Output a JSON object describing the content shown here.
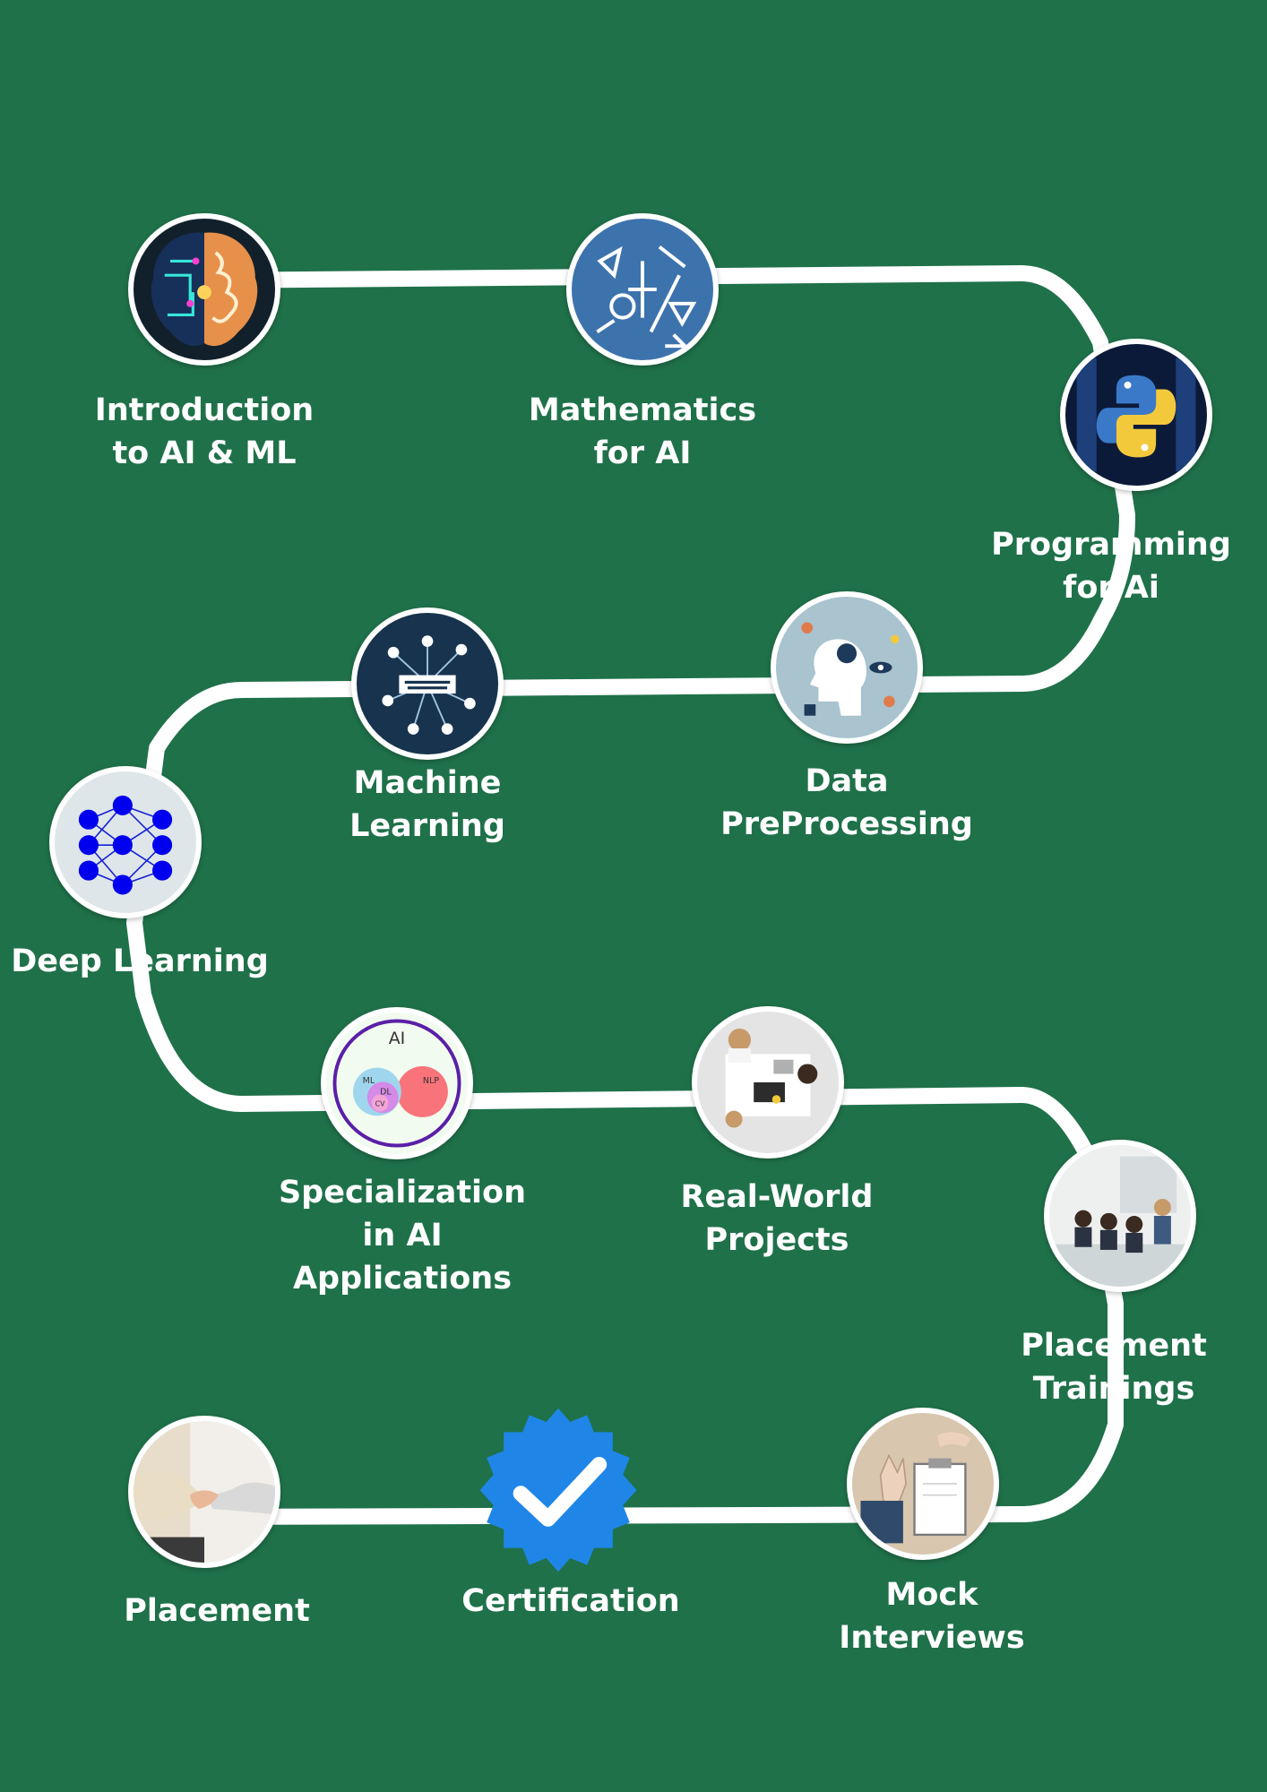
{
  "background_color": "#1f714a",
  "path_color": "#ffffff",
  "steps": [
    {
      "label": "Introduction\nto AI & ML",
      "icon": "brain-circuit-icon"
    },
    {
      "label": "Mathematics\nfor AI",
      "icon": "math-doodles-icon"
    },
    {
      "label": "Programming\nfor Ai",
      "icon": "python-logo-icon"
    },
    {
      "label": "Data\nPreProcessing",
      "icon": "data-head-icon"
    },
    {
      "label": "Machine\nLearning",
      "icon": "ml-network-icon"
    },
    {
      "label": "Deep Learning",
      "icon": "neural-network-icon"
    },
    {
      "label": "Specialization\nin AI\nApplications",
      "icon": "ai-venn-icon",
      "venn": {
        "outer": "AI",
        "a": "ML",
        "b": "DL",
        "c": "CV",
        "d": "NLP"
      }
    },
    {
      "label": "Real-World\nProjects",
      "icon": "team-desk-icon"
    },
    {
      "label": "Placement\nTrainings",
      "icon": "classroom-icon"
    },
    {
      "label": "Mock Interviews",
      "icon": "clipboard-interview-icon"
    },
    {
      "label": "Certification",
      "icon": "check-badge-icon"
    },
    {
      "label": "Placement",
      "icon": "handshake-icon"
    }
  ]
}
